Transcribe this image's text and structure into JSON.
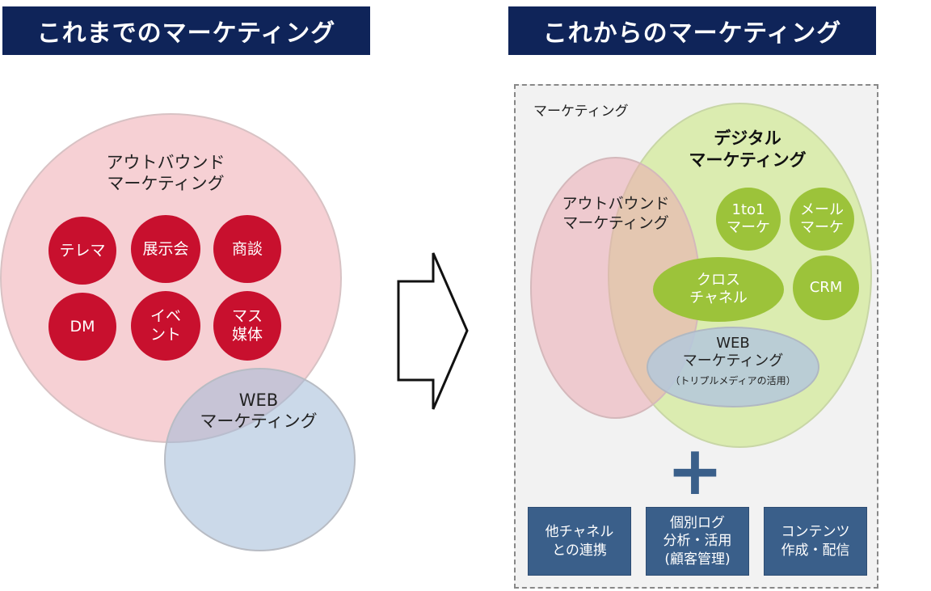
{
  "left": {
    "title": "これまでのマーケティング",
    "outbound_label": "アウトバウンド\nマーケティング",
    "items": [
      "テレマ",
      "展示会",
      "商談",
      "DM",
      "イベ\nント",
      "マス\n媒体"
    ],
    "web_label": "WEB\nマーケティング"
  },
  "right": {
    "title": "これからのマーケティング",
    "frame_label": "マーケティング",
    "digital_label": "デジタル\nマーケティング",
    "outbound_label": "アウトバウンド\nマーケティング",
    "items": [
      "1to1\nマーケ",
      "メール\nマーケ",
      "クロス\nチャネル",
      "CRM"
    ],
    "web_title": "WEB\nマーケティング",
    "web_sub": "（トリプルメディアの活用）",
    "plus": "+",
    "boxes": [
      "他チャネル\nとの連携",
      "個別ログ\n分析・活用\n(顧客管理)",
      "コンテンツ\n作成・配信"
    ]
  },
  "colors": {
    "banner": "#0f2459",
    "red": "#c8102e",
    "green": "#9cc33a",
    "box": "#3a5f8a"
  }
}
